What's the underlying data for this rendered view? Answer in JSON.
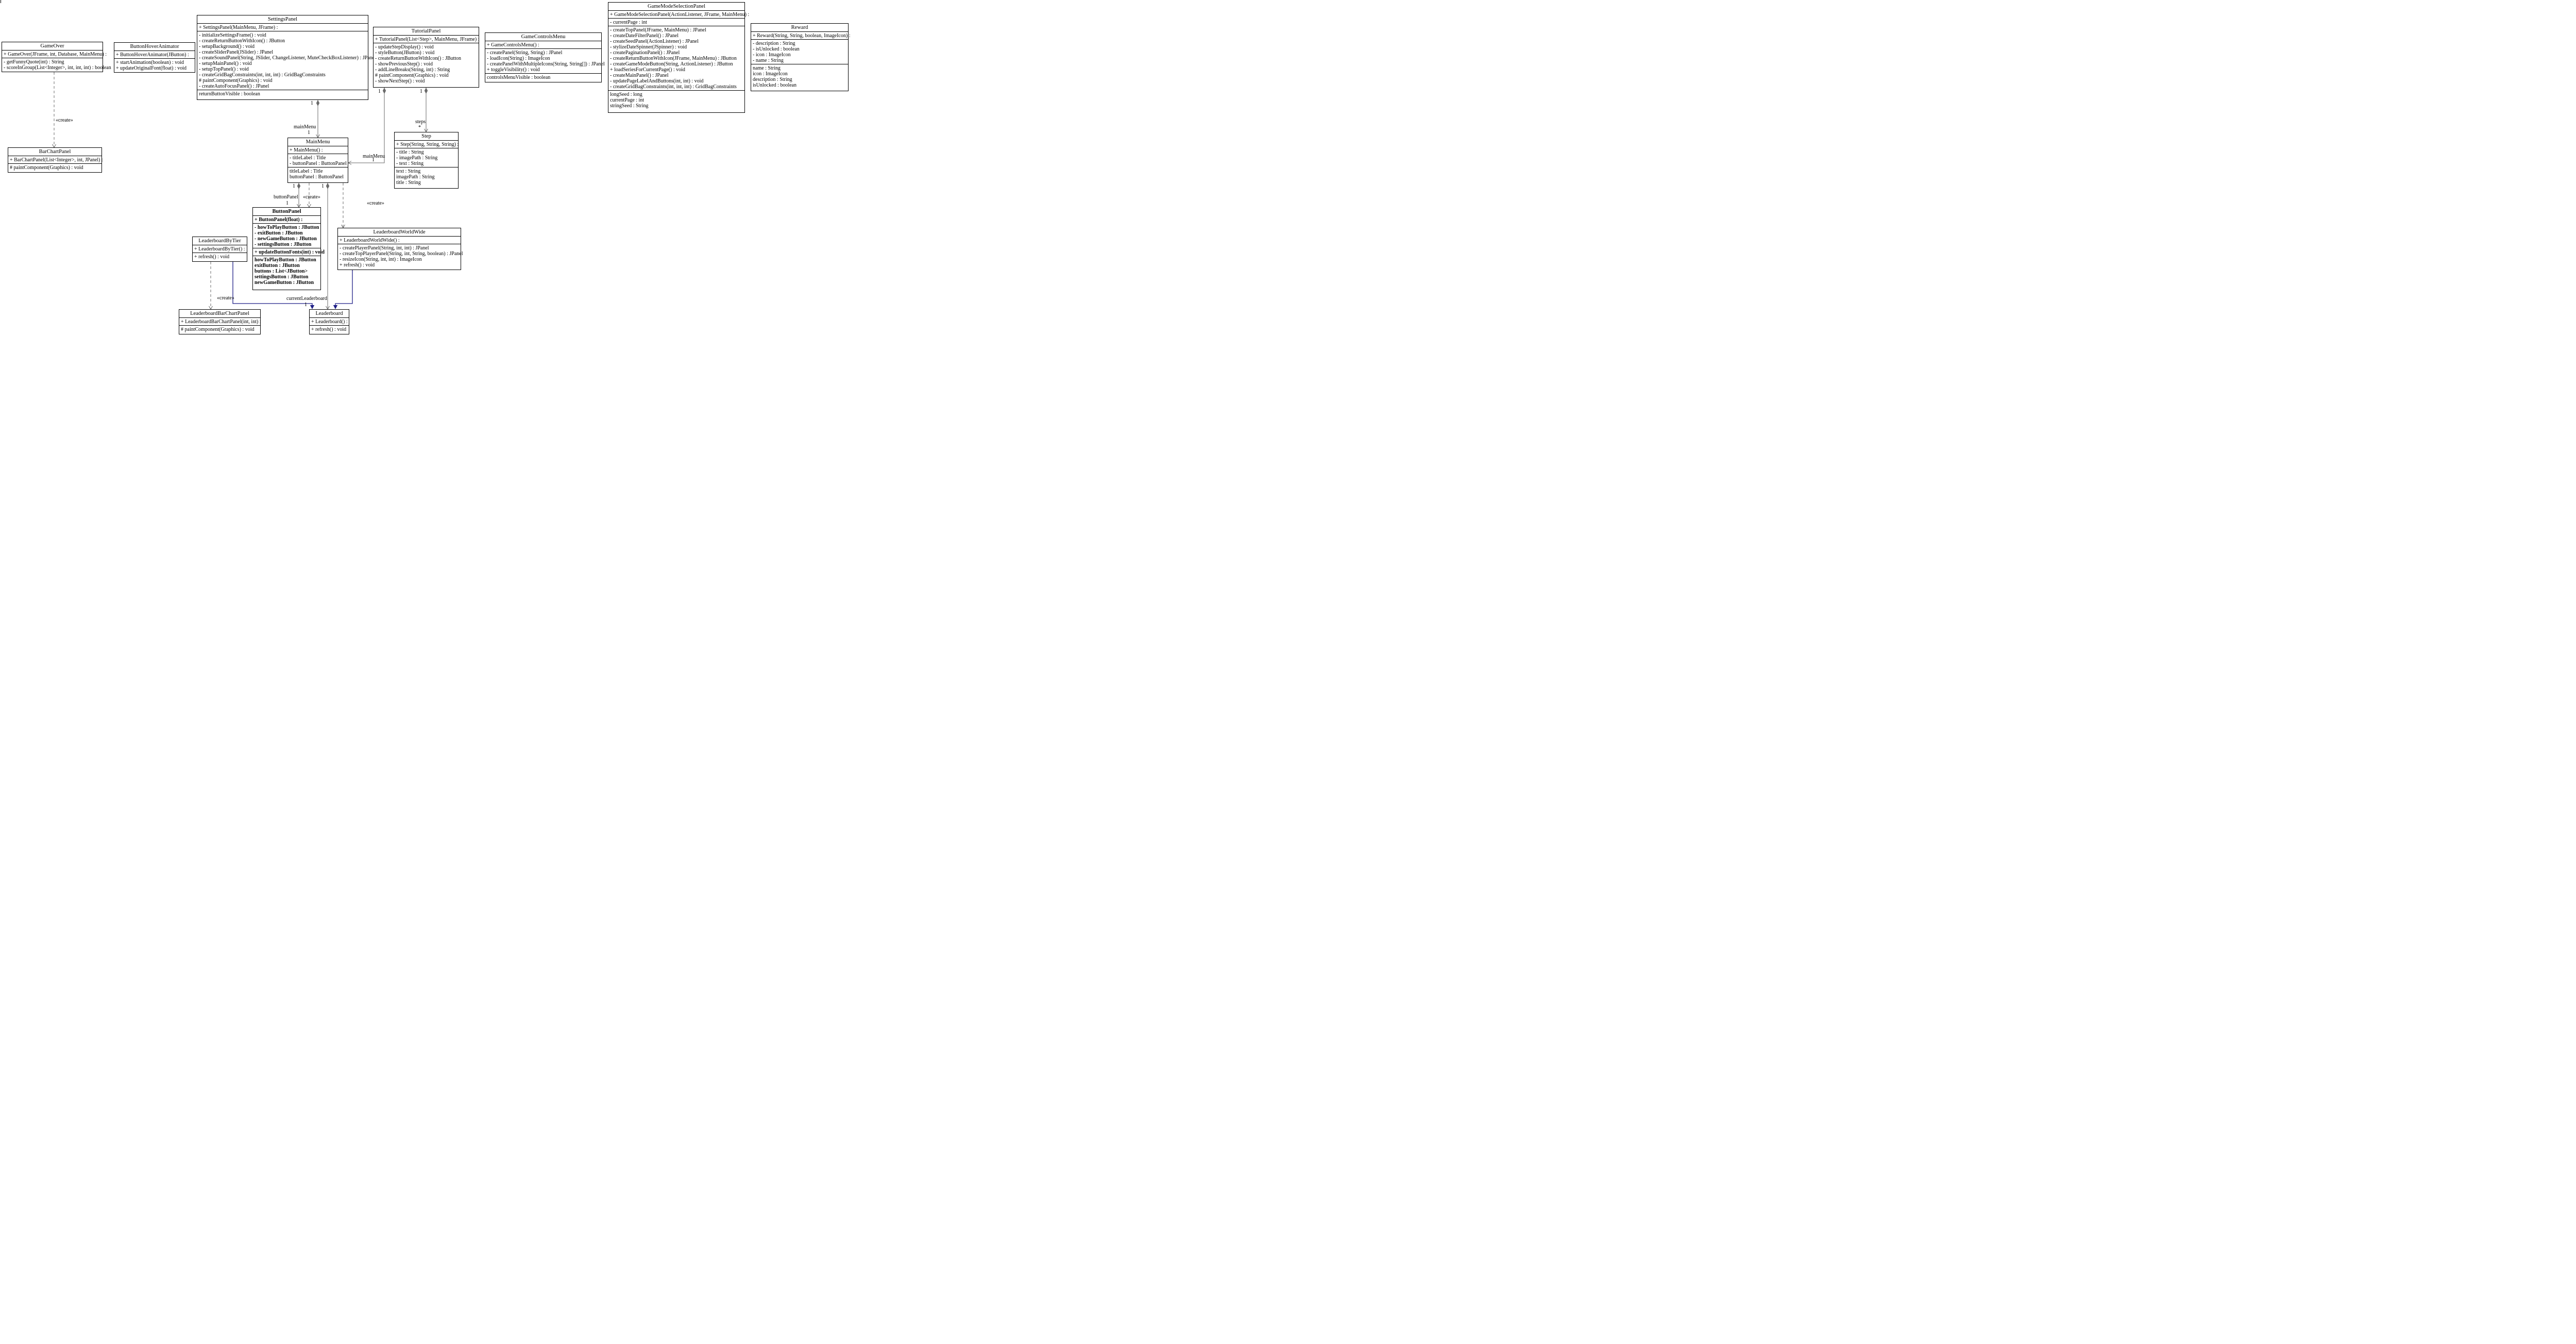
{
  "classes": [
    {
      "name": "GameOver",
      "sections": [
        [
          "+ GameOver(JFrame, int, Database, MainMenu) :"
        ],
        [
          "- getFunnyQuote(int) : String",
          "- scoreInGroup(List<Integer>, int, int, int) : boolean"
        ]
      ]
    },
    {
      "name": "ButtonHoverAnimator",
      "sections": [
        [
          "+ ButtonHoverAnimator(JButton) :"
        ],
        [
          "+ startAnimation(boolean) : void",
          "+ updateOriginalFont(float) : void"
        ]
      ]
    },
    {
      "name": "SettingsPanel",
      "sections": [
        [
          "+ SettingsPanel(MainMenu, JFrame) :"
        ],
        [
          "- initializeSettingsFrame() : void",
          "- createReturnButtonWithIcon() : JButton",
          "- setupBackground() : void",
          "- createSliderPanel(JSlider) : JPanel",
          "- createSoundPanel(String, JSlider, ChangeListener, MuteCheckBoxListener) : JPanel",
          "- setupMainPanel() : void",
          "- setupTopPanel() : void",
          "- createGridBagConstraints(int, int, int) : GridBagConstraints",
          "# paintComponent(Graphics) : void",
          "- createAutoFocusPanel() : JPanel"
        ],
        [
          "returnButtonVisible : boolean"
        ]
      ]
    },
    {
      "name": "TutorialPanel",
      "sections": [
        [
          "+ TutorialPanel(List<Step>, MainMenu, JFrame) :"
        ],
        [
          "- updateStepDisplay() : void",
          "- styleButton(JButton) : void",
          "- createReturnButtonWithIcon() : JButton",
          "- showPreviousStep() : void",
          "- addLineBreaks(String, int) : String",
          "# paintComponent(Graphics) : void",
          "- showNextStep() : void"
        ]
      ]
    },
    {
      "name": "GameControlsMenu",
      "sections": [
        [
          "+ GameControlsMenu() :"
        ],
        [
          "- createPanel(String, String) : JPanel",
          "- loadIcon(String) : ImageIcon",
          "- createPanelWithMultipleIcons(String, String[]) : JPanel",
          "+ toggleVisibility() : void"
        ],
        [
          "controlsMenuVisible : boolean"
        ]
      ]
    },
    {
      "name": "GameModeSelectionPanel",
      "sections": [
        [
          "+ GameModeSelectionPanel(ActionListener, JFrame, MainMenu) :"
        ],
        [
          "- currentPage : int"
        ],
        [
          "- createTopPanel(JFrame, MainMenu) : JPanel",
          "- createDateFilterPanel() : JPanel",
          "- createSeedPanel(ActionListener) : JPanel",
          "- stylizeDateSpinner(JSpinner) : void",
          "- createPaginationPanel() : JPanel",
          "- createReturnButtonWithIcon(JFrame, MainMenu) : JButton",
          "- createGameModeButton(String, ActionListener) : JButton",
          "+ loadSeriesForCurrentPage() : void",
          "- createMainPanel() : JPanel",
          "- updatePageLabelAndButtons(int, int) : void",
          "- createGridBagConstraints(int, int, int) : GridBagConstraints"
        ],
        [
          "longSeed : long",
          "currentPage : int",
          "stringSeed : String"
        ]
      ]
    },
    {
      "name": "Reward",
      "sections": [
        [
          "+ Reward(String, String, boolean, ImageIcon) :"
        ],
        [
          "- description : String",
          "- isUnlocked : boolean",
          "- icon : ImageIcon",
          "- name : String"
        ],
        [
          "name : String",
          "icon : ImageIcon",
          "description : String",
          "isUnlocked : boolean"
        ]
      ]
    },
    {
      "name": "BarChartPanel",
      "sections": [
        [
          "+ BarChartPanel(List<Integer>, int, JPanel) :"
        ],
        [
          "# paintComponent(Graphics) : void"
        ]
      ]
    },
    {
      "name": "MainMenu",
      "sections": [
        [
          "+ MainMenu() :"
        ],
        [
          "- titleLabel : Title",
          "- buttonPanel : ButtonPanel"
        ],
        [
          "titleLabel : Title",
          "buttonPanel : ButtonPanel"
        ]
      ]
    },
    {
      "name": "Step",
      "sections": [
        [
          "+ Step(String, String, String) :"
        ],
        [
          "- title : String",
          "- imagePath : String",
          "- text : String"
        ],
        [
          "text : String",
          "imagePath : String",
          "title : String"
        ]
      ]
    },
    {
      "name": "ButtonPanel",
      "sections": [
        [
          "+ ButtonPanel(float) :"
        ],
        [
          "- howToPlayButton : JButton",
          "- exitButton : JButton",
          "- newGameButton : JButton",
          "- settingsButton : JButton"
        ],
        [
          "+ updateButtonFonts(int) : void"
        ],
        [
          "howToPlayButton : JButton",
          "exitButton : JButton",
          "buttons : List<JButton>",
          "settingsButton : JButton",
          "newGameButton : JButton"
        ]
      ]
    },
    {
      "name": "LeaderboardByTier",
      "sections": [
        [
          "+ LeaderboardByTier() :"
        ],
        [
          "+ refresh() : void"
        ]
      ]
    },
    {
      "name": "LeaderboardWorldWide",
      "sections": [
        [
          "+ LeaderboardWorldWide() :"
        ],
        [
          "- createPlayerPanel(String, int, int) : JPanel",
          "- createTopPlayerPanel(String, int, String, boolean) : JPanel",
          "- resizeIcon(String, int, int) : ImageIcon",
          "+ refresh() : void"
        ]
      ]
    },
    {
      "name": "LeaderboardBarChartPanel",
      "sections": [
        [
          "+ LeaderboardBarChartPanel(int, int) :"
        ],
        [
          "# paintComponent(Graphics) : void"
        ]
      ]
    },
    {
      "name": "Leaderboard",
      "sections": [
        [
          "+ Leaderboard() :"
        ],
        [
          "+ refresh() : void"
        ]
      ]
    }
  ],
  "edge_labels": {
    "go_bcp": {
      "stereotype": "«create»"
    },
    "sp_mm": {
      "source_mult": "1",
      "role": "mainMenu",
      "target_mult": "1"
    },
    "tp_mm": {
      "source_mult": "1",
      "role": "mainMenu",
      "target_mult": "1"
    },
    "tp_step": {
      "source_mult": "1",
      "role": "steps",
      "target_mult": "*"
    },
    "mm_bp": {
      "source_mult": "1",
      "role": "buttonPanel",
      "target_mult": "1"
    },
    "mm_bp_create": {
      "stereotype": "«create»"
    },
    "mm_lb": {
      "source_mult": "1",
      "role": "currentLeaderboard",
      "target_mult": "1"
    },
    "mm_lww_create": {
      "stereotype": "«create»"
    },
    "lbt_lbcp_create": {
      "stereotype": "«create»"
    }
  },
  "colors": {
    "edge_gray": "#6a6a6a",
    "generalization_navy": "#1f1f87",
    "line_black": "#000000"
  }
}
